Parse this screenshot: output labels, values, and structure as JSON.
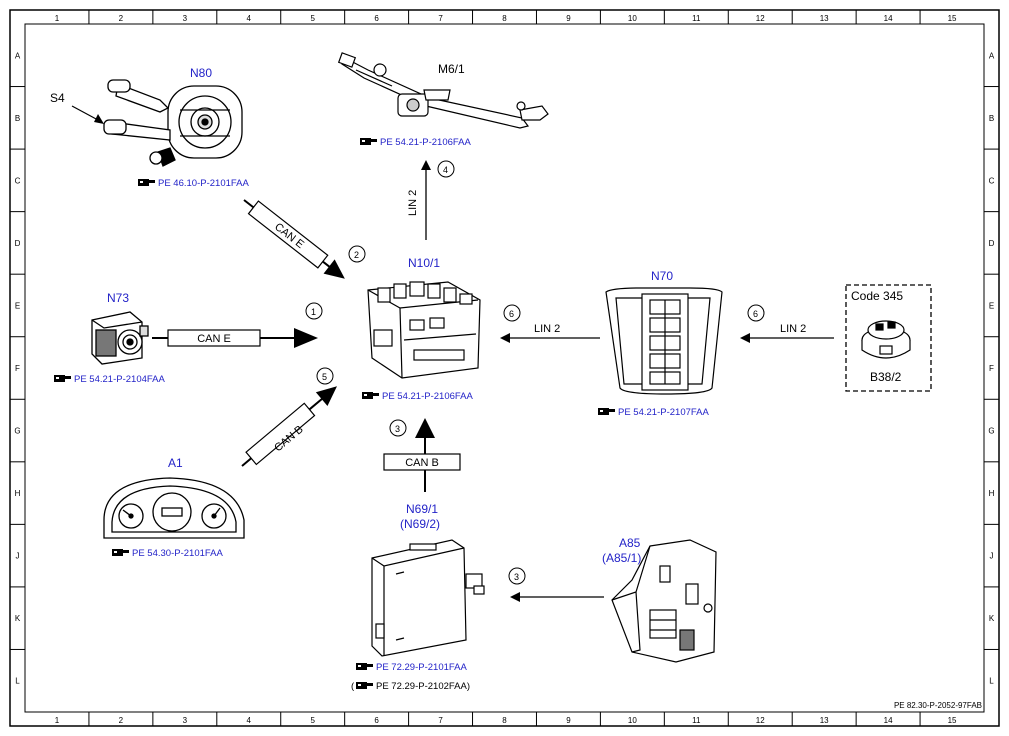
{
  "frame": {
    "columns": [
      "1",
      "2",
      "3",
      "4",
      "5",
      "6",
      "7",
      "8",
      "9",
      "10",
      "11",
      "12",
      "13",
      "14",
      "15"
    ],
    "rows": [
      "A",
      "B",
      "C",
      "D",
      "E",
      "F",
      "G",
      "H",
      "J",
      "K",
      "L"
    ],
    "doc_id": "PE 82.30-P-2052-97FAB"
  },
  "components": {
    "n80": {
      "label": "N80",
      "ref": "PE 46.10-P-2101FAA"
    },
    "s4": {
      "label": "S4"
    },
    "m6_1": {
      "label": "M6/1",
      "ref": "PE 54.21-P-2106FAA"
    },
    "n73": {
      "label": "N73",
      "ref": "PE 54.21-P-2104FAA"
    },
    "n10_1": {
      "label": "N10/1",
      "ref": "PE 54.21-P-2106FAA"
    },
    "n70": {
      "label": "N70",
      "ref": "PE 54.21-P-2107FAA"
    },
    "b38_2": {
      "label": "B38/2",
      "code": "Code 345"
    },
    "a1": {
      "label": "A1",
      "ref": "PE 54.30-P-2101FAA"
    },
    "n69_1": {
      "label": "N69/1",
      "label_alt": "(N69/2)",
      "ref": "PE 72.29-P-2101FAA",
      "ref_alt_open": "(",
      "ref_alt": "PE 72.29-P-2102FAA)"
    },
    "a85": {
      "label": "A85",
      "label_alt": "(A85/1)"
    }
  },
  "connections": {
    "c1": {
      "bus": "CAN E",
      "num": "1"
    },
    "c2": {
      "bus": "CAN E",
      "num": "2"
    },
    "c3a": {
      "bus": "CAN B",
      "num": "3"
    },
    "c3b": {
      "num": "3"
    },
    "c4": {
      "bus": "LIN 2",
      "num": "4"
    },
    "c5": {
      "bus": "CAN B",
      "num": "5"
    },
    "c6a": {
      "bus": "LIN 2",
      "num": "6"
    },
    "c6b": {
      "bus": "LIN 2",
      "num": "6"
    }
  },
  "colors": {
    "label_blue": "#2323c8",
    "line": "#000000"
  }
}
